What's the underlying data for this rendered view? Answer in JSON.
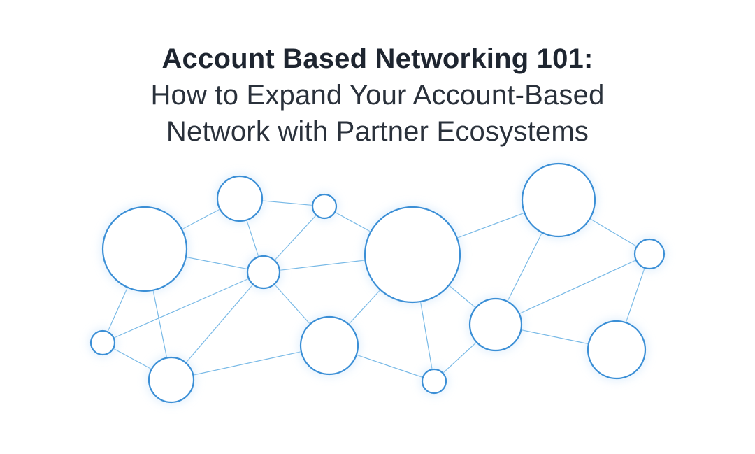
{
  "title": {
    "line1": "Account Based Networking 101:",
    "line2": "How to Expand Your Account-Based",
    "line3": "Network with Partner Ecosystems"
  },
  "colors": {
    "background": "#ffffff",
    "title_text": "#1e2530",
    "edge": "#78b9e6",
    "node_ring": "#3b8fd6",
    "node_glow": "#cfe6fb"
  },
  "network": {
    "nodes": [
      {
        "id": "suit-man",
        "bg": "#8a7b6a",
        "skin": "#d9a889",
        "hair": "#3a2a1e",
        "shirt": "#2b2b2e"
      },
      {
        "id": "laptop-man",
        "bg": "#5c6b7a",
        "skin": "#9c6a4d",
        "hair": "#1e1a18",
        "shirt": "#2c3440"
      },
      {
        "id": "small-suit-man",
        "bg": "#c9d2da",
        "skin": "#d6a98a",
        "hair": "#2b211c",
        "shirt": "#1d2430"
      },
      {
        "id": "phone-man",
        "bg": "#9aa3ab",
        "skin": "#c79276",
        "hair": "#2a211c",
        "shirt": "#e8e6e2"
      },
      {
        "id": "smiling-man",
        "bg": "#a8b4bd",
        "skin": "#7b4f37",
        "hair": "#1a1412",
        "shirt": "#1f6b78"
      },
      {
        "id": "woman-desk",
        "bg": "#6f7f8e",
        "skin": "#d4a48a",
        "hair": "#2a1d17",
        "shirt": "#1b1d22"
      },
      {
        "id": "right-man",
        "bg": "#c4ccd3",
        "skin": "#d4a685",
        "hair": "#2f241d",
        "shirt": "#27313f"
      },
      {
        "id": "left-woman",
        "bg": "#bfc9d2",
        "skin": "#d8b091",
        "hair": "#6a4a32",
        "shirt": "#8aa4c4"
      },
      {
        "id": "blazer-woman",
        "bg": "#e8ecef",
        "skin": "#e0b89c",
        "hair": "#5a3d2a",
        "shirt": "#f2f2f2"
      },
      {
        "id": "phone-woman",
        "bg": "#4f5a63",
        "skin": "#dcb096",
        "hair": "#b08a5e",
        "shirt": "#dfe4ea"
      },
      {
        "id": "bottom-man",
        "bg": "#cfd6dc",
        "skin": "#c98f6d",
        "hair": "#241b16",
        "shirt": "#3a3f48"
      },
      {
        "id": "beard-man",
        "bg": "#b9c2ca",
        "skin": "#c99a7d",
        "hair": "#2c241f",
        "shirt": "#4b5866"
      },
      {
        "id": "laughing-woman",
        "bg": "#d9dee2",
        "skin": "#b7836a",
        "hair": "#1f1714",
        "shirt": "#3a3a3a"
      }
    ],
    "edges": [
      [
        "suit-man",
        "laptop-man"
      ],
      [
        "suit-man",
        "phone-man"
      ],
      [
        "suit-man",
        "left-woman"
      ],
      [
        "suit-man",
        "blazer-woman"
      ],
      [
        "laptop-man",
        "small-suit-man"
      ],
      [
        "laptop-man",
        "phone-man"
      ],
      [
        "small-suit-man",
        "phone-man"
      ],
      [
        "small-suit-man",
        "smiling-man"
      ],
      [
        "phone-man",
        "smiling-man"
      ],
      [
        "phone-man",
        "left-woman"
      ],
      [
        "phone-man",
        "blazer-woman"
      ],
      [
        "phone-man",
        "phone-woman"
      ],
      [
        "smiling-man",
        "woman-desk"
      ],
      [
        "smiling-man",
        "phone-woman"
      ],
      [
        "smiling-man",
        "bottom-man"
      ],
      [
        "smiling-man",
        "beard-man"
      ],
      [
        "woman-desk",
        "right-man"
      ],
      [
        "woman-desk",
        "beard-man"
      ],
      [
        "right-man",
        "beard-man"
      ],
      [
        "right-man",
        "laughing-woman"
      ],
      [
        "left-woman",
        "blazer-woman"
      ],
      [
        "blazer-woman",
        "phone-woman"
      ],
      [
        "phone-woman",
        "bottom-man"
      ],
      [
        "bottom-man",
        "beard-man"
      ],
      [
        "beard-man",
        "laughing-woman"
      ]
    ]
  }
}
